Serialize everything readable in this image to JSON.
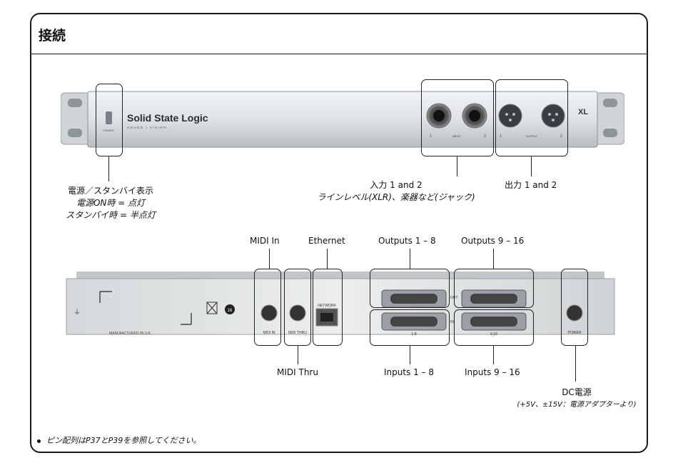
{
  "title": "接続",
  "front_panel": {
    "brand": "Solid State Logic",
    "brand_sub": "SOUND  |  VISION",
    "power_label": "POWER",
    "input_label": "INPUT",
    "output_label": "OUTPUT",
    "ch1": "1",
    "ch2": "2",
    "model_badge": "XL",
    "callouts": {
      "power_line1": "電源／スタンバイ表示",
      "power_line2": "電源ON時 = 点灯",
      "power_line3": "スタンバイ時 = 半点灯",
      "inputs_line1": "入力 1 and 2",
      "inputs_line2": "ラインレベル(XLR)、楽器など(ジャック)",
      "outputs": "出力 1 and 2"
    }
  },
  "rear_panel": {
    "manufactured": "MANUFACTURED IN U.K.",
    "midi_in_label": "MIDI IN",
    "midi_thru_label": "MIDI THRU",
    "network_label": "NETWORK",
    "out_label": "OUT",
    "in_label": "IN",
    "range_1_8": "1-8",
    "range_9_16": "9-16",
    "power_label": "POWER",
    "badge_number": "16",
    "callouts": {
      "midi_in": "MIDI In",
      "ethernet": "Ethernet",
      "outputs_1_8": "Outputs 1 – 8",
      "outputs_9_16": "Outputs 9 – 16",
      "midi_thru": "MIDI Thru",
      "inputs_1_8": "Inputs 1 – 8",
      "inputs_9_16": "Inputs 9 – 16",
      "dc_power": "DC電源",
      "dc_power_note": "(+5V、±15V：電源アダプターより)"
    }
  },
  "footnote": "ピン配列はP37とP39を参照してください。"
}
